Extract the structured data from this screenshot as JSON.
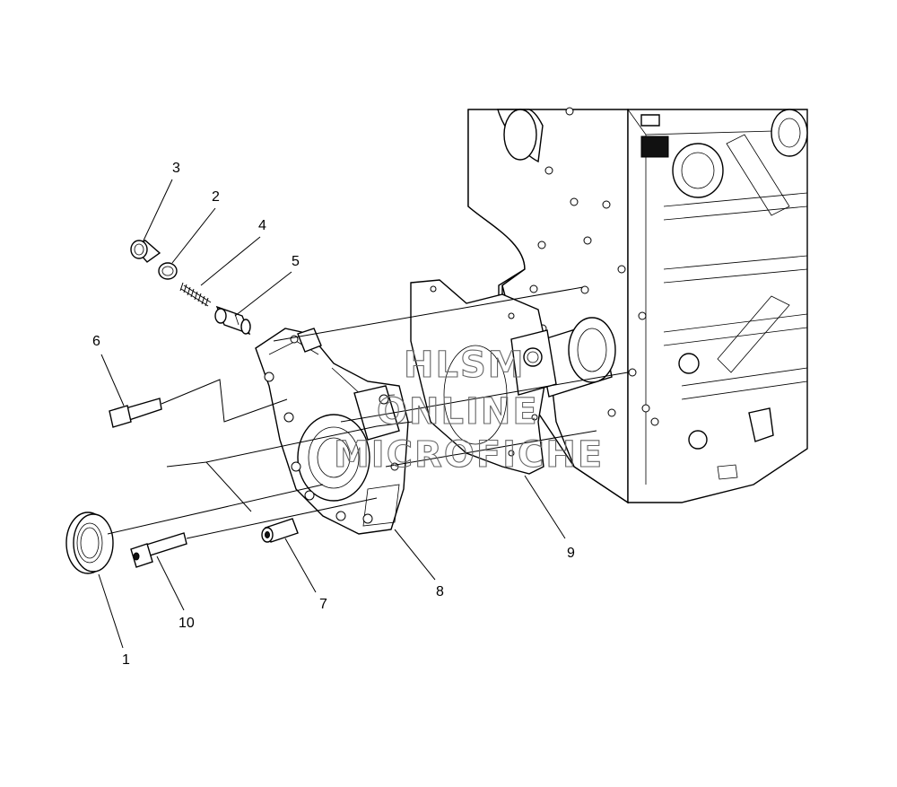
{
  "diagram": {
    "callouts": [
      {
        "id": "c1",
        "text": "1"
      },
      {
        "id": "c2",
        "text": "2"
      },
      {
        "id": "c3",
        "text": "3"
      },
      {
        "id": "c4",
        "text": "4"
      },
      {
        "id": "c5",
        "text": "5"
      },
      {
        "id": "c6",
        "text": "6"
      },
      {
        "id": "c7",
        "text": "7"
      },
      {
        "id": "c8",
        "text": "8"
      },
      {
        "id": "c9",
        "text": "9"
      },
      {
        "id": "c10",
        "text": "10"
      }
    ],
    "watermark": {
      "line1": "HLSM",
      "line2": "ONLINE",
      "line3": "MICROFICHE"
    }
  }
}
